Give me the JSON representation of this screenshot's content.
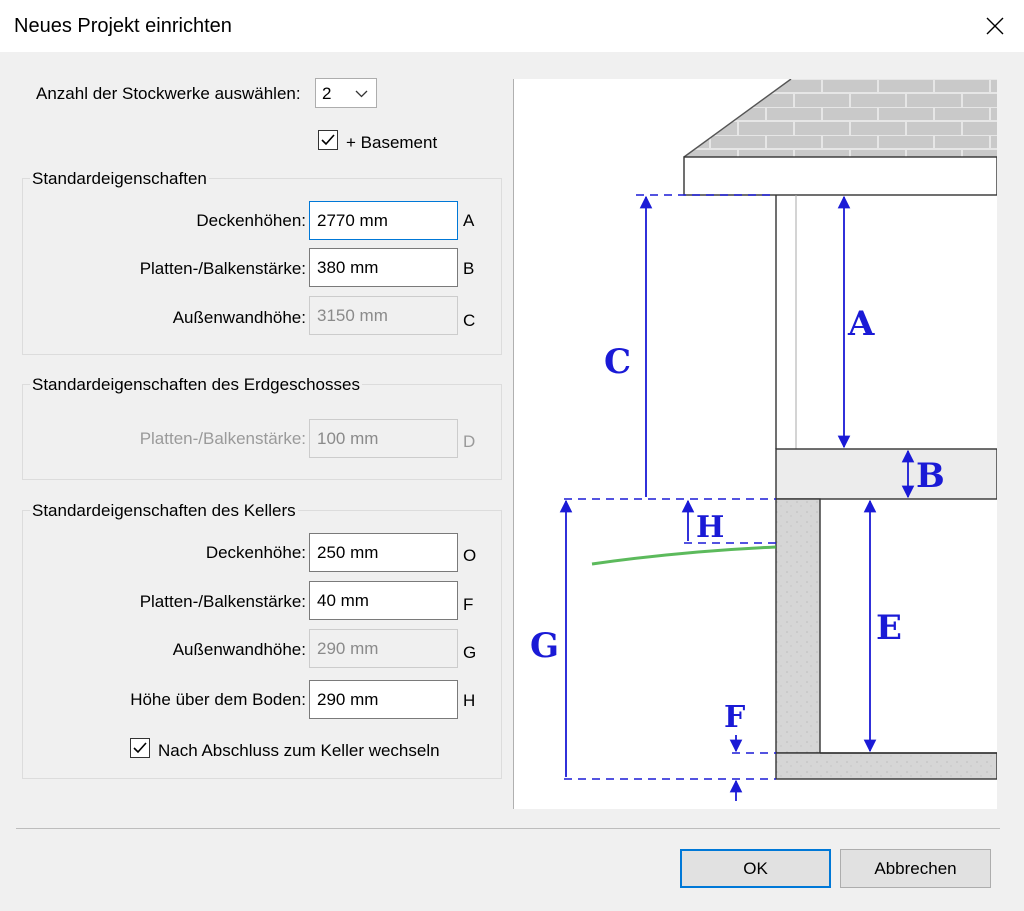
{
  "window": {
    "title": "Neues Projekt einrichten"
  },
  "floors": {
    "label": "Anzahl der Stockwerke auswählen:",
    "selected": "2"
  },
  "basement": {
    "label": "+ Basement",
    "checked": true
  },
  "standard": {
    "title": "Standardeigenschaften",
    "ceiling_label": "Deckenhöhen:",
    "ceiling_value": "2770 mm",
    "ceiling_letter": "A",
    "slab_label": "Platten-/Balkenstärke:",
    "slab_value": "380 mm",
    "slab_letter": "B",
    "wall_label": "Außenwandhöhe:",
    "wall_value": "3150 mm",
    "wall_letter": "C"
  },
  "ground": {
    "title": "Standardeigenschaften des Erdgeschosses",
    "slab_label": "Platten-/Balkenstärke:",
    "slab_value": "100 mm",
    "slab_letter": "D"
  },
  "cellar": {
    "title": "Standardeigenschaften des Kellers",
    "ceiling_label": "Deckenhöhe:",
    "ceiling_value": "250 mm",
    "ceiling_letter": "O",
    "slab_label": "Platten-/Balkenstärke:",
    "slab_value": "40 mm",
    "slab_letter": "F",
    "wall_label": "Außenwandhöhe:",
    "wall_value": "290 mm",
    "wall_letter": "G",
    "height_label": "Höhe über dem Boden:",
    "height_value": "290 mm",
    "height_letter": "H",
    "switch_label": "Nach Abschluss zum Keller wechseln",
    "switch_checked": true
  },
  "diagram": {
    "labels": [
      "A",
      "B",
      "C",
      "E",
      "F",
      "G",
      "H"
    ]
  },
  "buttons": {
    "ok": "OK",
    "cancel": "Abbrechen"
  },
  "colors": {
    "accent": "#0078d7",
    "dimension": "#1a1ad6",
    "ground_line": "#3fae3f"
  }
}
